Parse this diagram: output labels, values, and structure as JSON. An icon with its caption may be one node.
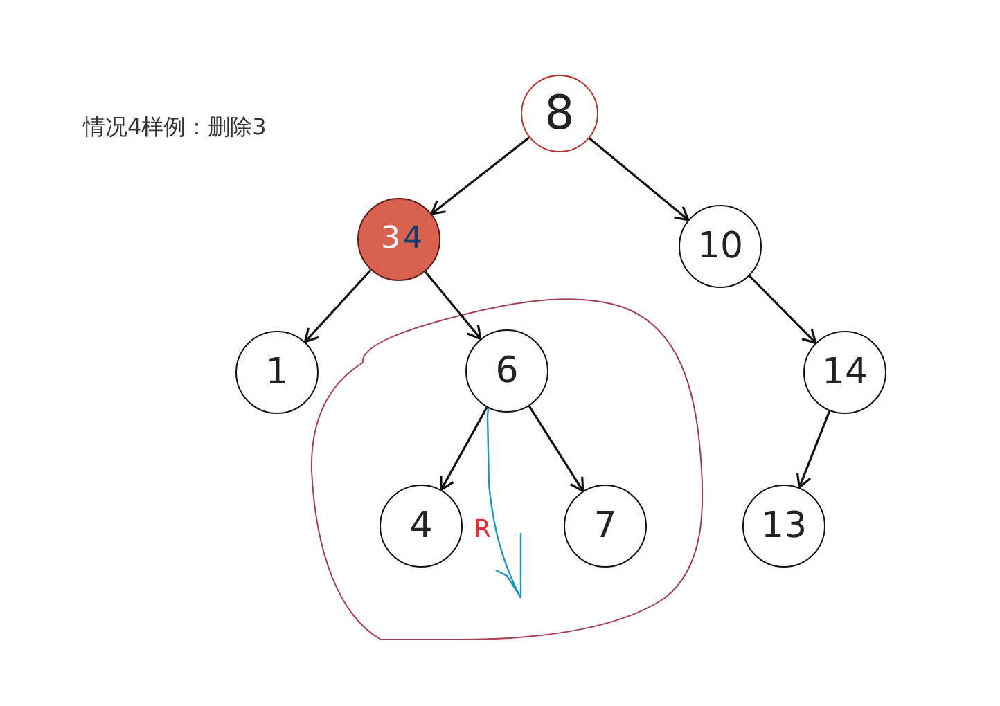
{
  "diagram": {
    "nodes": [
      {
        "text": [
          "8"
        ]
      },
      {
        "text": [
          "3",
          "4"
        ]
      },
      {
        "text": [
          "10"
        ]
      },
      {
        "text": [
          "1"
        ]
      },
      {
        "text": [
          "6"
        ]
      },
      {
        "text": [
          "14"
        ]
      },
      {
        "text": [
          "4"
        ]
      },
      {
        "text": [
          "7"
        ]
      },
      {
        "text": [
          "13"
        ]
      }
    ],
    "edges": [
      {
        "from": 0,
        "to": 1,
        "arrow": "to"
      },
      {
        "from": 0,
        "to": 2,
        "arrow": "to"
      },
      {
        "from": 1,
        "to": 3,
        "arrow": "to"
      },
      {
        "from": 1,
        "to": 4,
        "arrow": "to"
      },
      {
        "from": 2,
        "to": 5,
        "arrow": "to"
      },
      {
        "from": 4,
        "to": 6,
        "arrow": "to"
      },
      {
        "from": 4,
        "to": 7,
        "arrow": "to"
      },
      {
        "from": 5,
        "to": 8,
        "arrow": "to"
      }
    ],
    "labels": [
      "情况4样例：删除3",
      "R"
    ]
  }
}
